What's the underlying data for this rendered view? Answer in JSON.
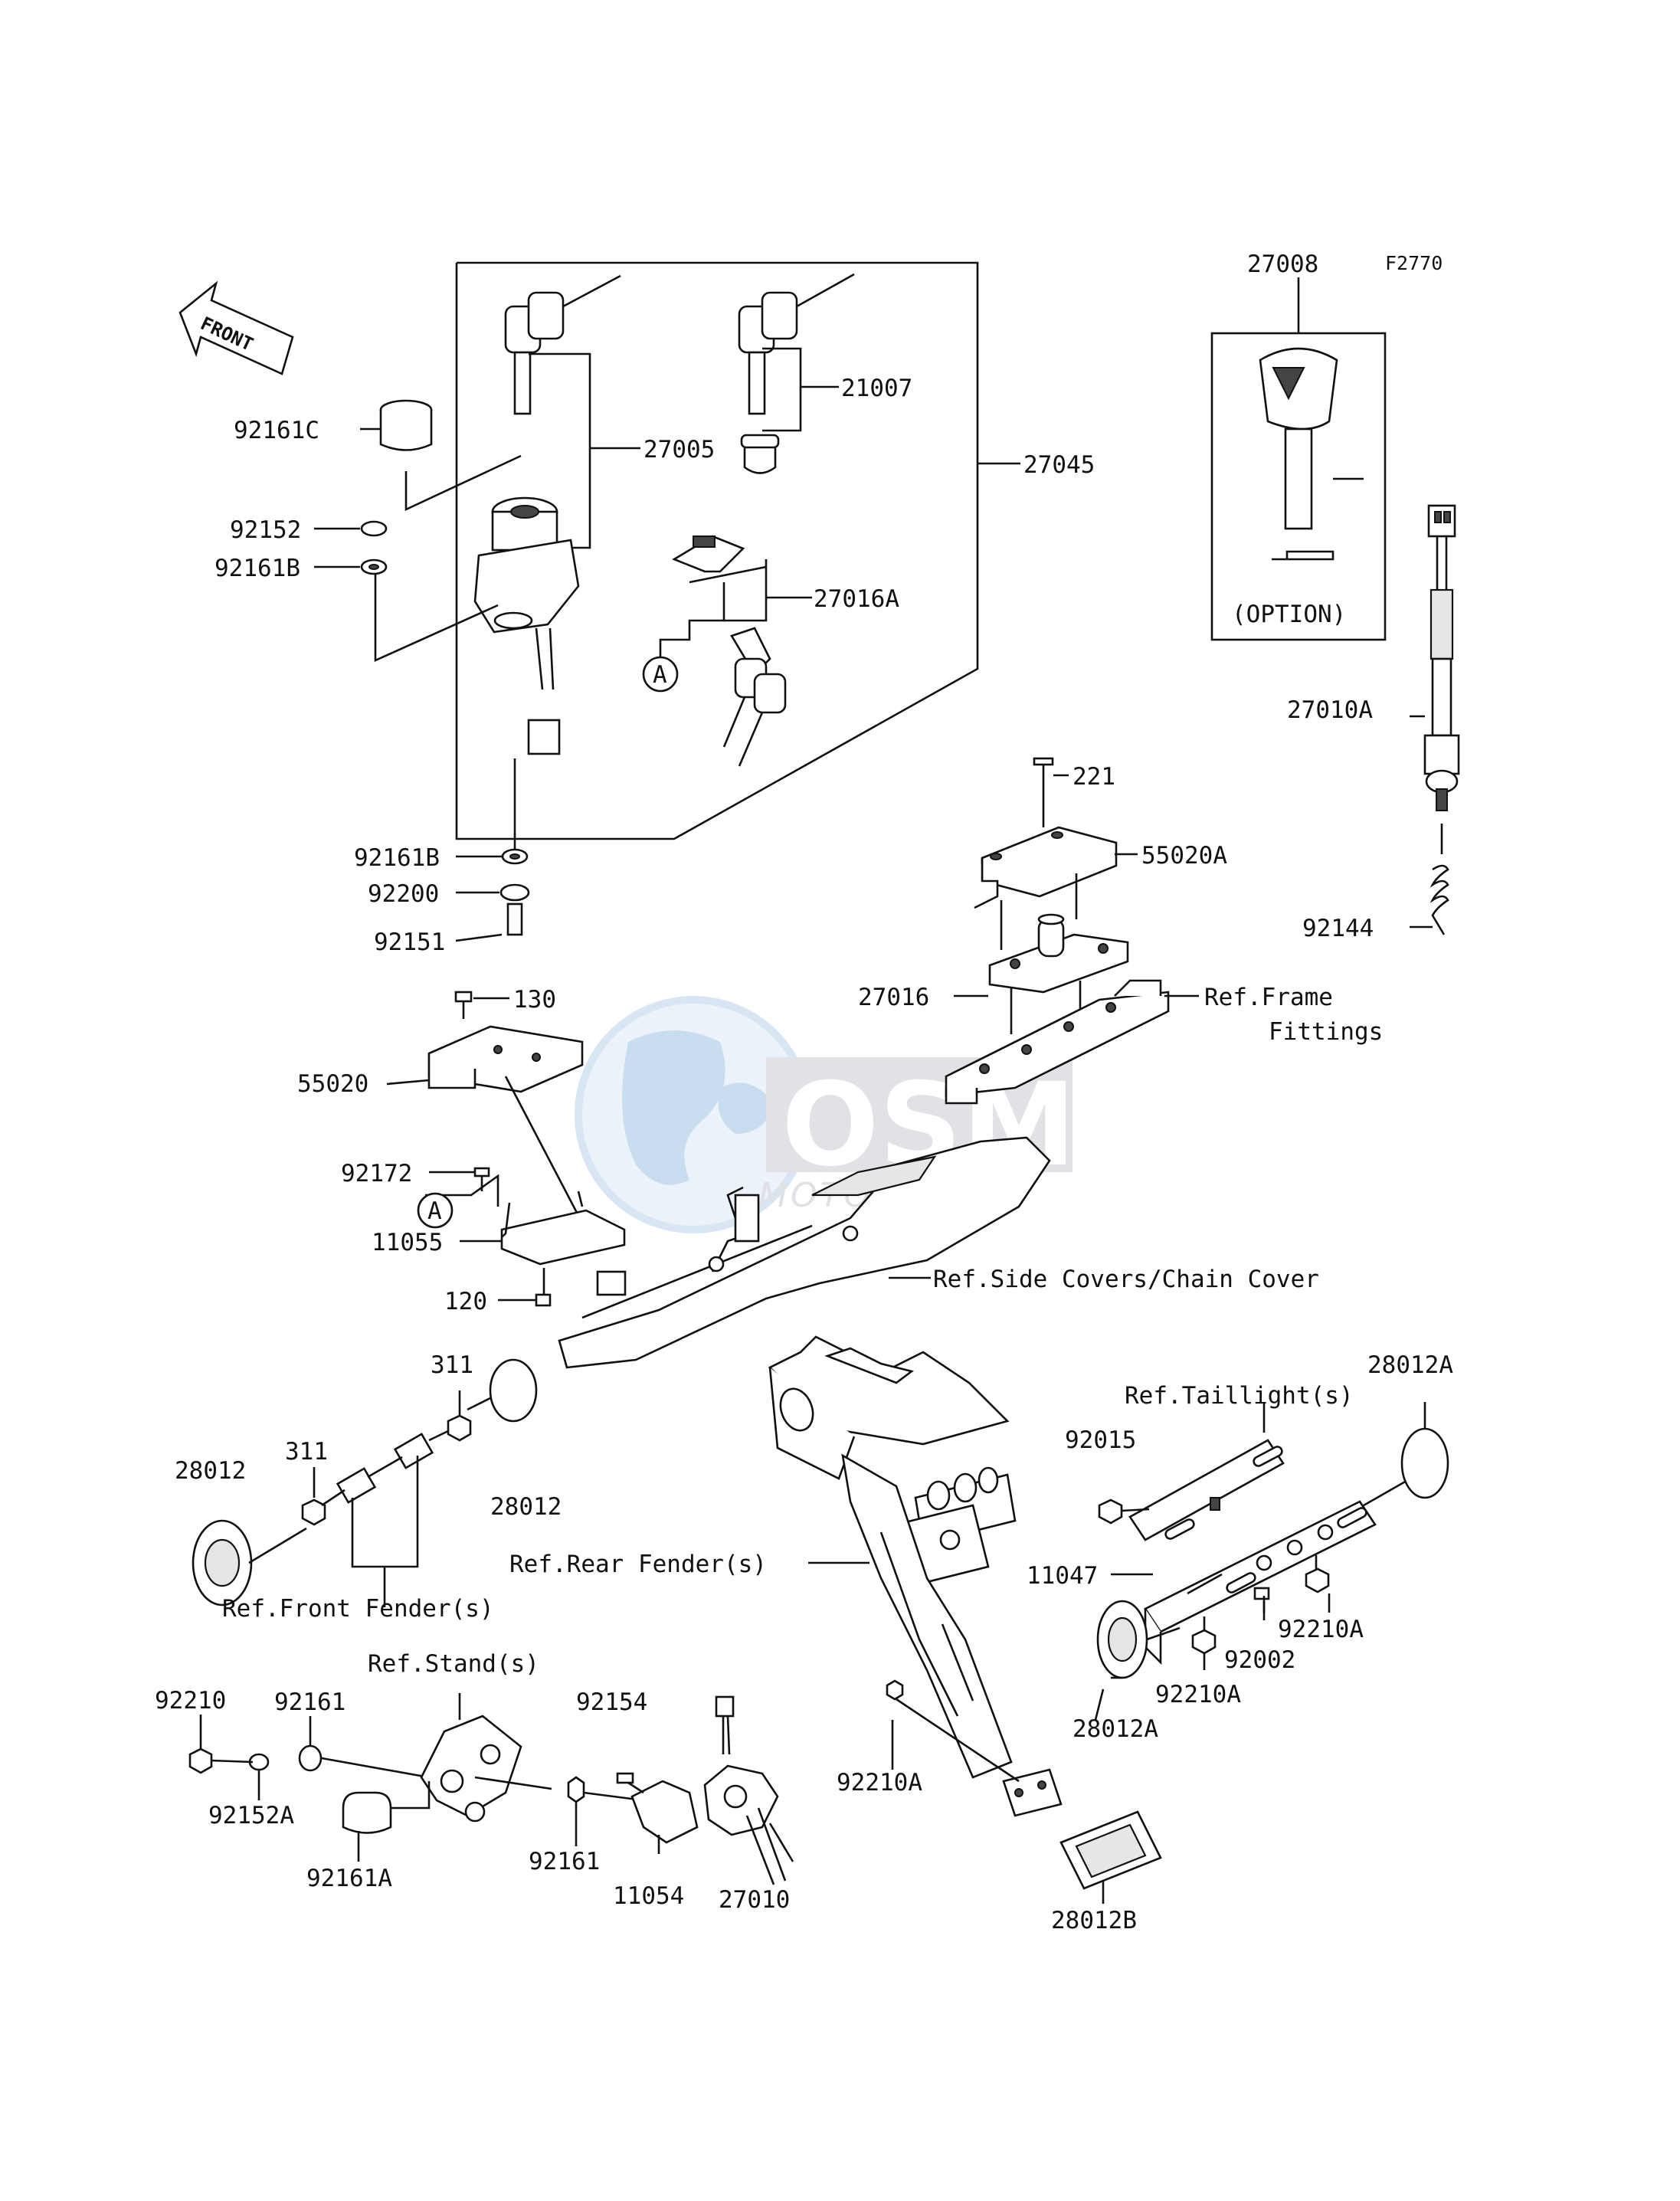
{
  "diagram": {
    "figure_code": "F2770",
    "front_label": "FRONT",
    "option_label": "(OPTION)",
    "ref_a_label": "A",
    "watermark": {
      "brand": "OSM",
      "sub": "MOTOPARTS"
    },
    "part_labels": {
      "p27008": "27008",
      "p92161c": "92161C",
      "p27005": "27005",
      "p21007": "21007",
      "p27045": "27045",
      "p92152": "92152",
      "p92161b_top": "92161B",
      "p27016a": "27016A",
      "p27010a": "27010A",
      "p221": "221",
      "p55020a": "55020A",
      "p92161b_mid": "92161B",
      "p92200": "92200",
      "p92144": "92144",
      "p92151": "92151",
      "p27016": "27016",
      "p130": "130",
      "p55020": "55020",
      "p92172": "92172",
      "p11055": "11055",
      "p120": "120",
      "p311_a": "311",
      "p28012a_right": "28012A",
      "p311_b": "311",
      "p28012_left": "28012",
      "p28012_mid": "28012",
      "p92015": "92015",
      "p11047": "11047",
      "p92210a_r1": "92210A",
      "p92002": "92002",
      "p92210a_r2": "92210A",
      "p28012a_low": "28012A",
      "p92210": "92210",
      "p92161_a": "92161",
      "p92154": "92154",
      "p92152a": "92152A",
      "p92161a": "92161A",
      "p92161_b": "92161",
      "p11054": "11054",
      "p27010": "27010",
      "p92210a_low": "92210A",
      "p28012b": "28012B"
    },
    "ref_labels": {
      "frame_fittings_1": "Ref.Frame",
      "frame_fittings_2": "Fittings",
      "side_covers": "Ref.Side Covers/Chain Cover",
      "taillight": "Ref.Taillight(s)",
      "rear_fender": "Ref.Rear Fender(s)",
      "front_fender": "Ref.Front Fender(s)",
      "stand": "Ref.Stand(s)"
    }
  }
}
